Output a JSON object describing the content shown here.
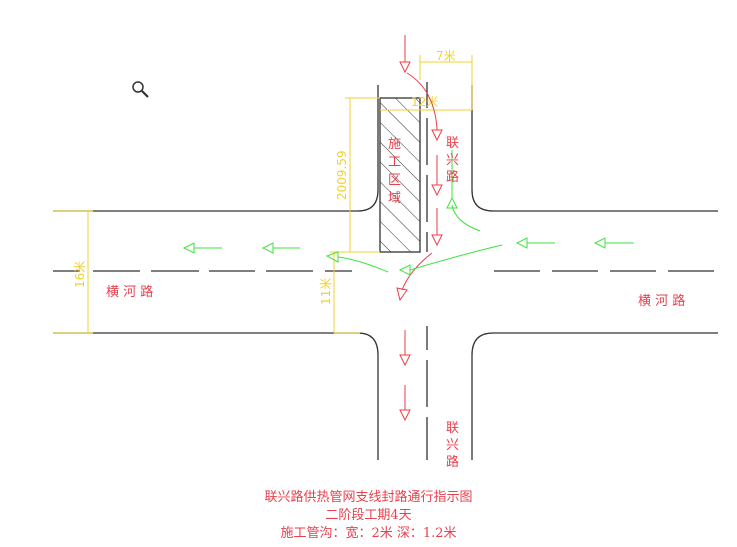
{
  "diagram": {
    "zone_label": [
      "施",
      "工",
      "区",
      "域"
    ],
    "road_north_label": [
      "联",
      "兴",
      "路"
    ],
    "road_south_label": [
      "联",
      "兴",
      "路"
    ],
    "road_west_label": "横 河 路",
    "road_east_label": "横 河 路",
    "dim_7": "7米",
    "dim_12": "12米",
    "dim_height": "2009.59",
    "dim_16": "16米",
    "dim_11": "11米"
  },
  "caption": {
    "line1": "联兴路供热管网支线封路通行指示图",
    "line2": "二阶段工期4天",
    "line3": "施工管沟：宽：2米 深：1.2米"
  },
  "colors": {
    "road": "#333333",
    "dimension": "#f2d230",
    "southbound_traffic": "#f03c46",
    "westbound_traffic": "#3ee33e"
  },
  "icons": {
    "cursor": "magnifier-icon"
  }
}
